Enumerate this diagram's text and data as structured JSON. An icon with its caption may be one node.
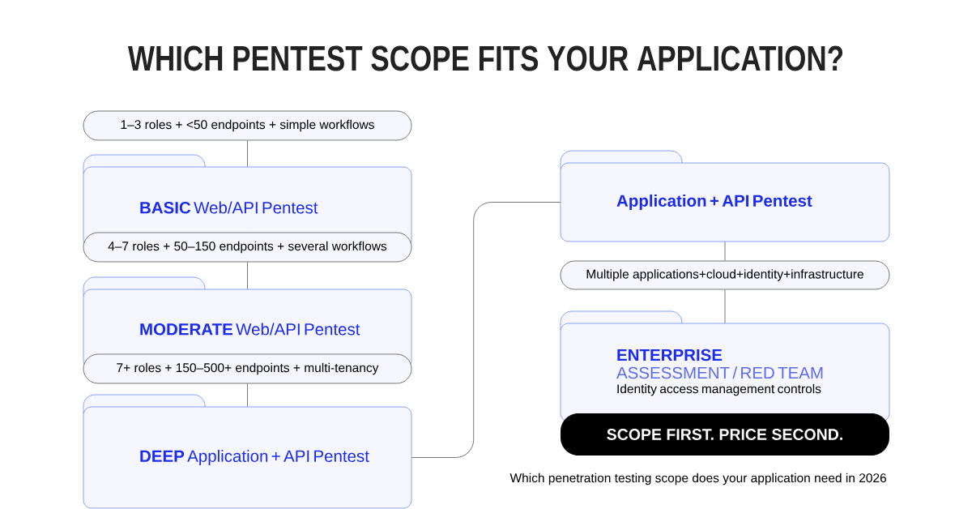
{
  "diagram": {
    "title": "WHICH PENTEST SCOPE FITS YOUR APPLICATION?",
    "caption": "Which penetration testing scope does your application need in 2026",
    "nodes": [
      {
        "text": [
          "1–3 roles + <50 endpoints + simple workflows"
        ]
      },
      {
        "text": [
          "**BASIC** Web/API Pentest"
        ]
      },
      {
        "text": [
          "4–7 roles + 50–150 endpoints + several workflows"
        ]
      },
      {
        "text": [
          "**MODERATE** Web/API Pentest"
        ]
      },
      {
        "text": [
          "7+ roles + 150–500+ endpoints + multi-tenancy"
        ]
      },
      {
        "text": [
          "**DEEP** Application + API Pentest"
        ]
      },
      {
        "text": [
          "Application + API Pentest"
        ]
      },
      {
        "text": [
          "Multiple applications+cloud+identity+infrastructure"
        ]
      },
      {
        "text": [
          "ENTERPRISE",
          "ASSESSMENT / RED TEAM",
          "Identity access management controls"
        ]
      },
      {
        "text": [
          "SCOPE FIRST. PRICE SECOND."
        ]
      }
    ],
    "edges": [
      {
        "from": 0,
        "to": 1,
        "arrow": "none"
      },
      {
        "from": 2,
        "to": 3,
        "arrow": "none"
      },
      {
        "from": 4,
        "to": 5,
        "arrow": "none"
      },
      {
        "from": 5,
        "to": 6,
        "arrow": "none"
      },
      {
        "from": 6,
        "to": 7,
        "arrow": "none"
      },
      {
        "from": 7,
        "to": 8,
        "arrow": "none"
      }
    ]
  }
}
